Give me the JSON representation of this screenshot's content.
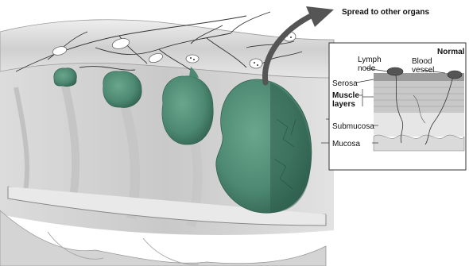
{
  "labels": {
    "spread": "Spread to other organs",
    "normal": "Normal",
    "lymph_node": "Lymph node",
    "blood_vessel": "Blood vessel",
    "serosa": "Serosa",
    "muscle_layers": "Muscle layers",
    "submucosa": "Submucosa",
    "mucosa": "Mucosa"
  },
  "colors": {
    "tumor": "#4e8a73",
    "tumor_dark": "#2f5f4e",
    "tissue": "#b8b8b8",
    "arrow": "#555555"
  }
}
